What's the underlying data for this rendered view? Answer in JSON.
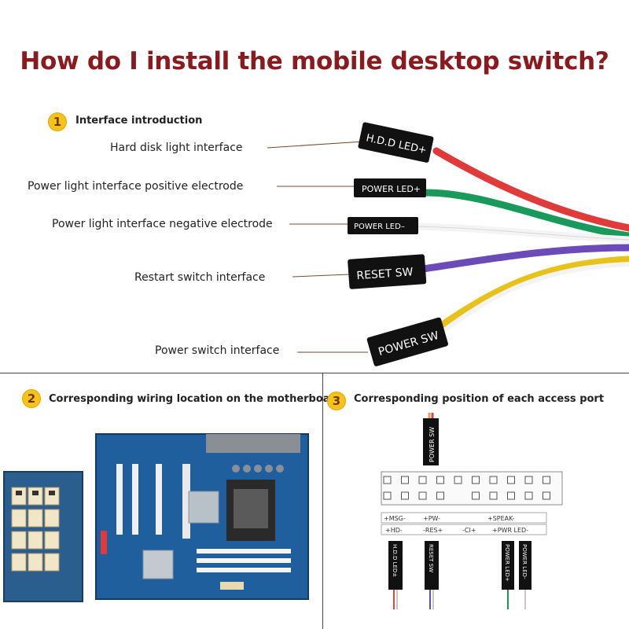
{
  "title": "How do I install the mobile desktop switch?",
  "section1": {
    "number": "1",
    "title": "Interface introduction",
    "labels": [
      "Hard disk light interface",
      "Power light interface positive electrode",
      "Power light interface negative electrode",
      "Restart switch interface",
      "Power switch interface"
    ],
    "connectors": [
      "H.D.D LED+",
      "POWER LED+",
      "POWER LED–",
      "RESET SW",
      "POWER SW"
    ],
    "wire_colors": [
      "#e03a3a",
      "#1a9a5a",
      "#f2f2f2",
      "#6a4bb8",
      "#e8c21a"
    ]
  },
  "section2": {
    "number": "2",
    "title": "Corresponding wiring location on the motherboard"
  },
  "section3": {
    "number": "3",
    "title": "Corresponding position of each access port",
    "top_connector": "POWER SW",
    "row1": [
      "+MSG-",
      "+PW-",
      "+SPEAK-"
    ],
    "row2": [
      "+HD-",
      "-RES+",
      "-CI+",
      "+PWR LED-"
    ],
    "bottom_connectors": [
      "H.D.D LED±",
      "RESET SW",
      "POWER LED+",
      "POWER LED-"
    ]
  },
  "colors": {
    "title": "#8b1a1f",
    "badge": "#f7c21a",
    "board": "#1f5f9e"
  }
}
